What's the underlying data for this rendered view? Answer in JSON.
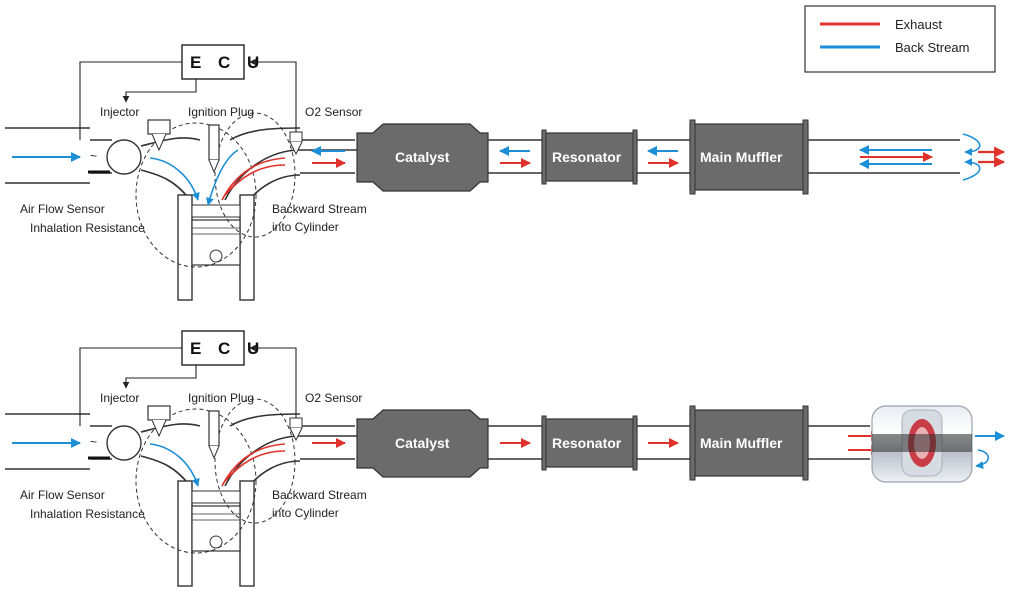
{
  "legend": {
    "exhaust": "Exhaust",
    "back_stream": "Back Stream"
  },
  "colors": {
    "exhaust": "#e0322a",
    "back_stream": "#1d8fd6",
    "component_fill": "#6b6b6b",
    "outline": "#333333"
  },
  "labels": {
    "ecu": "E C U",
    "injector": "Injector",
    "ignition_plug": "Ignition Plug",
    "o2_sensor": "O2 Sensor",
    "catalyst": "Catalyst",
    "resonator": "Resonator",
    "main_muffler": "Main Muffler",
    "air_flow_sensor": "Air Flow Sensor",
    "inhalation_resistance": "Inhalation Resistance",
    "backward_stream_line1": "Backward Stream",
    "backward_stream_line2": "into Cylinder"
  }
}
